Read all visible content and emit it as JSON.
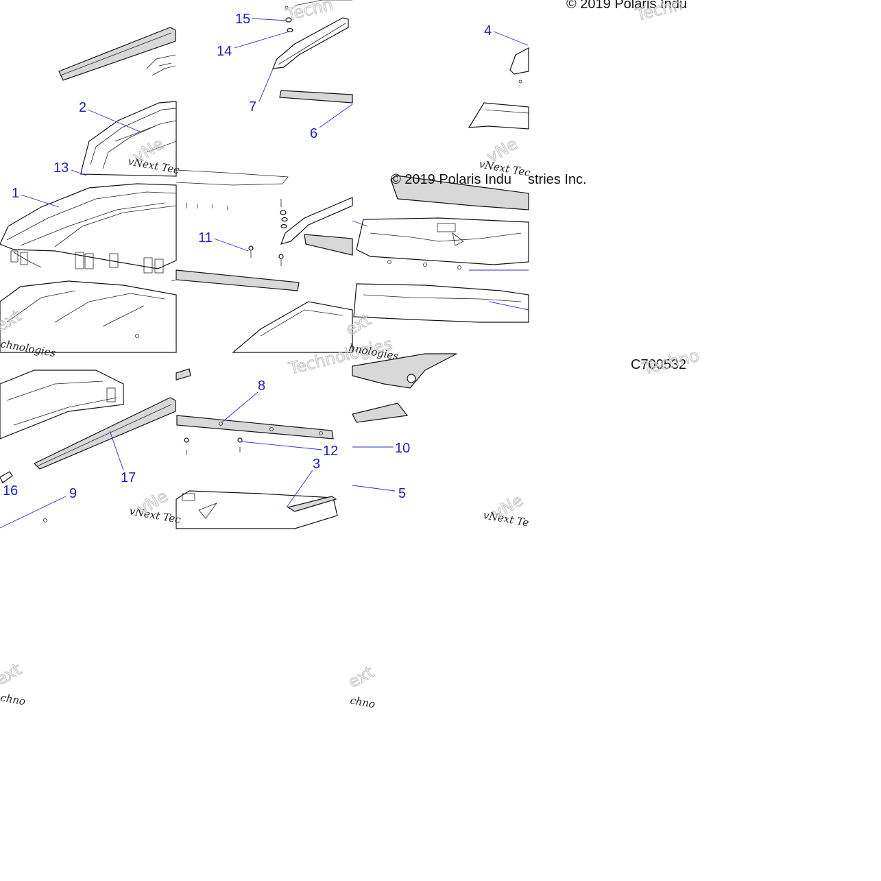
{
  "diagram": {
    "copyright_top": "© 2019 Polaris Indu",
    "copyright_mid": "© 2019 Polaris Indu",
    "copyright_mid_tail": "stries Inc.",
    "drawing_code": "C700532",
    "watermarks": [
      {
        "serif": "vNext Tec",
        "sans": "Techn"
      },
      {
        "serif": "vNext Tec",
        "sans": "vNe"
      },
      {
        "serif": "chnologies",
        "sans": "ext"
      },
      {
        "serif": "hnologies",
        "sans": "Technologies"
      },
      {
        "serif": "vNext Tec",
        "sans": "vNe"
      },
      {
        "serif": "vNext Te",
        "sans": "vNe"
      },
      {
        "serif": "chno",
        "sans": "ext"
      },
      {
        "serif": "chno",
        "sans": "ext"
      },
      {
        "serif": "",
        "sans": "Techno"
      },
      {
        "serif": "",
        "sans": "Techn"
      }
    ],
    "callouts": [
      {
        "id": "c15",
        "label": "15"
      },
      {
        "id": "c14",
        "label": "14"
      },
      {
        "id": "c4",
        "label": "4"
      },
      {
        "id": "c7",
        "label": "7"
      },
      {
        "id": "c2",
        "label": "2"
      },
      {
        "id": "c6",
        "label": "6"
      },
      {
        "id": "c13",
        "label": "13"
      },
      {
        "id": "c1",
        "label": "1"
      },
      {
        "id": "c11",
        "label": "11"
      },
      {
        "id": "c8",
        "label": "8"
      },
      {
        "id": "c12",
        "label": "12"
      },
      {
        "id": "c10",
        "label": "10"
      },
      {
        "id": "c3",
        "label": "3"
      },
      {
        "id": "c17",
        "label": "17"
      },
      {
        "id": "c16",
        "label": "16"
      },
      {
        "id": "c9",
        "label": "9"
      },
      {
        "id": "c5",
        "label": "5"
      }
    ]
  }
}
